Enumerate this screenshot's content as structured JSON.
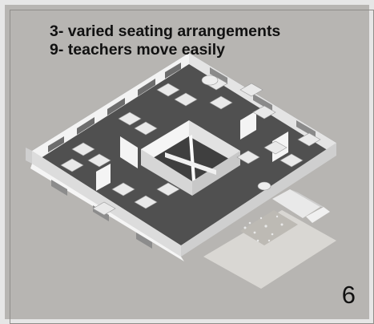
{
  "caption": {
    "line1": "3- varied seating arrangements",
    "line2": "9- teachers move easily"
  },
  "page_number": "6",
  "colors": {
    "background": "#b7b5b2",
    "floor": "#4a4a4a",
    "wall_top": "#f2f2f2",
    "wall_side": "#d4d4d4",
    "furniture": "#e8e8e8",
    "text": "#111111"
  }
}
